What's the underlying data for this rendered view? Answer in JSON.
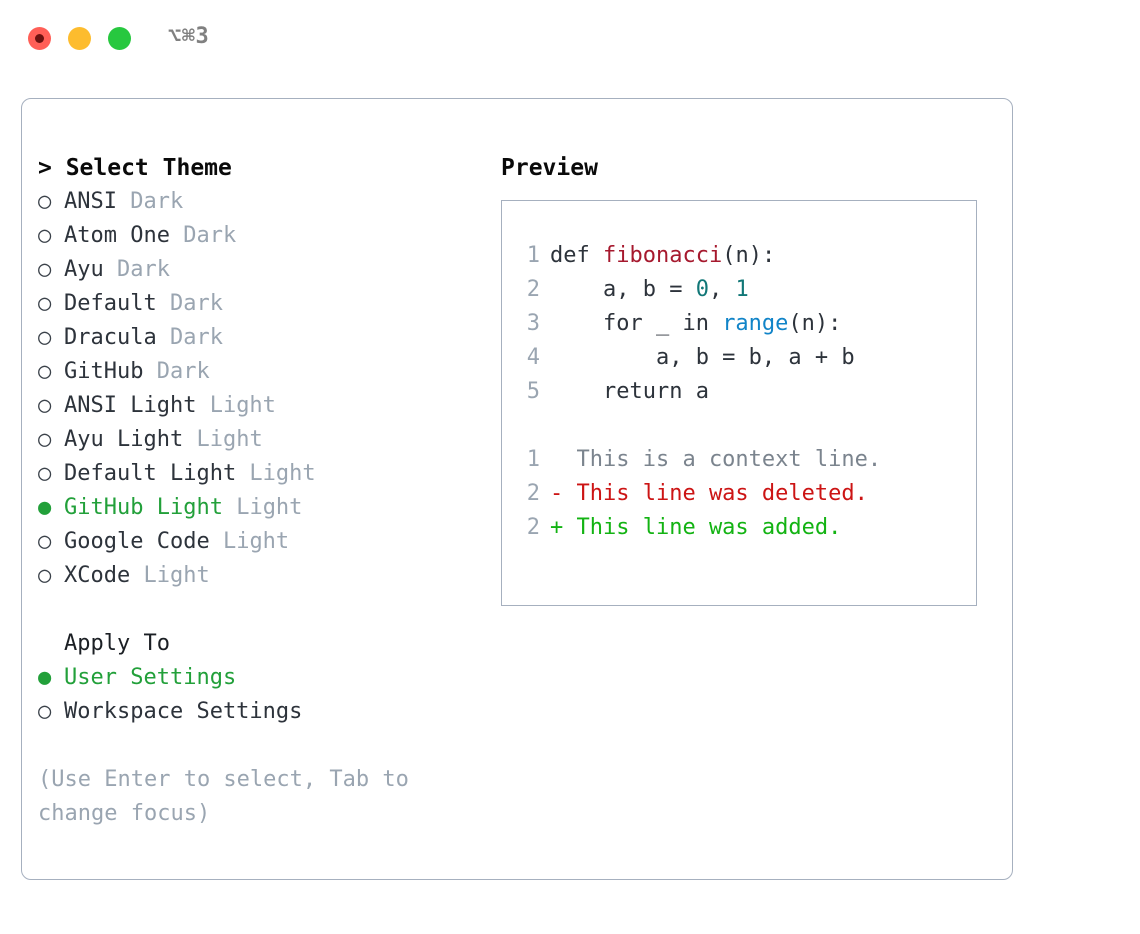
{
  "window": {
    "title": "⌥⌘3",
    "controls": [
      {
        "name": "close",
        "color": "#ff5f57"
      },
      {
        "name": "minimize",
        "color": "#fdbc2e"
      },
      {
        "name": "maximize",
        "color": "#27c83f"
      }
    ]
  },
  "colors": {
    "accent_green": "#22a03a",
    "muted": "#9aa5b1",
    "text": "#2d333b",
    "border": "#a6b0bf",
    "syntax_function": "#a6192e",
    "syntax_number": "#117777",
    "syntax_builtin": "#1184c8",
    "diff_added": "#13b313",
    "diff_deleted": "#cc1414",
    "diff_context": "#7b848e"
  },
  "theme_picker": {
    "header": "> Select Theme",
    "marker_unselected": "○",
    "marker_selected": "●",
    "items": [
      {
        "name": "ANSI",
        "kind": "Dark",
        "selected": false
      },
      {
        "name": "Atom One",
        "kind": "Dark",
        "selected": false
      },
      {
        "name": "Ayu",
        "kind": "Dark",
        "selected": false
      },
      {
        "name": "Default",
        "kind": "Dark",
        "selected": false
      },
      {
        "name": "Dracula",
        "kind": "Dark",
        "selected": false
      },
      {
        "name": "GitHub",
        "kind": "Dark",
        "selected": false
      },
      {
        "name": "ANSI Light",
        "kind": "Light",
        "selected": false
      },
      {
        "name": "Ayu Light",
        "kind": "Light",
        "selected": false
      },
      {
        "name": "Default Light",
        "kind": "Light",
        "selected": false
      },
      {
        "name": "GitHub Light",
        "kind": "Light",
        "selected": true
      },
      {
        "name": "Google Code",
        "kind": "Light",
        "selected": false
      },
      {
        "name": "XCode",
        "kind": "Light",
        "selected": false
      }
    ]
  },
  "apply_to": {
    "header": "Apply To",
    "items": [
      {
        "name": "User Settings",
        "selected": true
      },
      {
        "name": "Workspace Settings",
        "selected": false
      }
    ]
  },
  "hint": "(Use Enter to select, Tab to change focus)",
  "preview": {
    "title": "Preview",
    "code_lines": [
      {
        "no": "1",
        "segments": [
          {
            "text": "def ",
            "type": "plain"
          },
          {
            "text": "fibonacci",
            "type": "function"
          },
          {
            "text": "(n):",
            "type": "plain"
          }
        ]
      },
      {
        "no": "2",
        "segments": [
          {
            "text": "    a, b = ",
            "type": "plain"
          },
          {
            "text": "0",
            "type": "number"
          },
          {
            "text": ", ",
            "type": "plain"
          },
          {
            "text": "1",
            "type": "number"
          }
        ]
      },
      {
        "no": "3",
        "segments": [
          {
            "text": "    for _ in ",
            "type": "plain"
          },
          {
            "text": "range",
            "type": "builtin"
          },
          {
            "text": "(n):",
            "type": "plain"
          }
        ]
      },
      {
        "no": "4",
        "segments": [
          {
            "text": "        a, b = b, a + b",
            "type": "plain"
          }
        ]
      },
      {
        "no": "5",
        "segments": [
          {
            "text": "    return a",
            "type": "plain"
          }
        ]
      }
    ],
    "diff_lines": [
      {
        "no": "1",
        "prefix": "  ",
        "text": "This is a context line.",
        "type": "context"
      },
      {
        "no": "2",
        "prefix": "- ",
        "text": "This line was deleted.",
        "type": "deleted"
      },
      {
        "no": "2",
        "prefix": "+ ",
        "text": "This line was added.",
        "type": "added"
      }
    ]
  }
}
